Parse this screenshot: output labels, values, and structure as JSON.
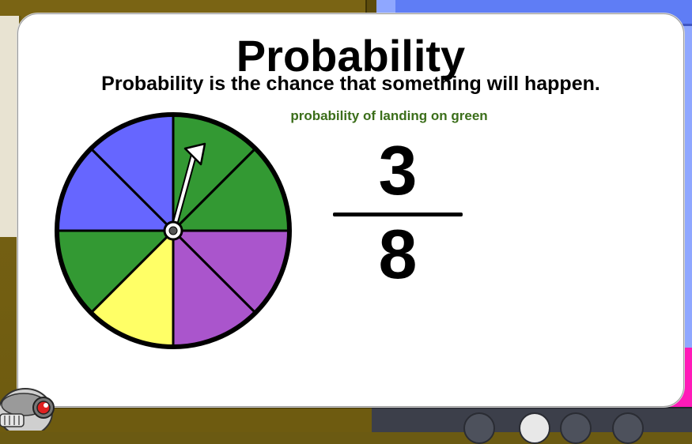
{
  "lesson": {
    "title": "Probability",
    "definition": "Probability is the chance that something will happen.",
    "caption": "probability of landing on green",
    "fraction": {
      "numerator": "3",
      "denominator": "8"
    }
  },
  "spinner": {
    "sections": 8,
    "sector_colors": [
      "#339933",
      "#339933",
      "#aa55cc",
      "#aa55cc",
      "#ffff66",
      "#339933",
      "#6666ff",
      "#6666ff"
    ],
    "pointer_color": "#ffffff",
    "green_count": 3
  },
  "colors": {
    "caption": "#3b6e1a",
    "card_background": "#ffffff"
  }
}
